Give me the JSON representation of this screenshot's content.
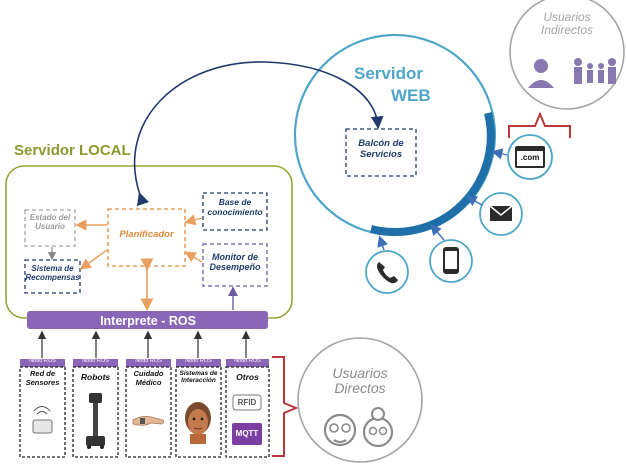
{
  "local_server": {
    "title": "Servidor LOCAL",
    "planner": "Planificador",
    "user_state": "Estado del Usuario",
    "rewards": "Sistema de Recompensas",
    "knowledge_base": "Base de conocimiento",
    "performance_monitor": "Monitor de Desempeño"
  },
  "ros_bar": {
    "label": "Interprete - ROS"
  },
  "ros_nodes": [
    {
      "tag": "Nodo ROS",
      "title": "Red de Sensores",
      "icon": "sensor-icon"
    },
    {
      "tag": "Nodo ROS",
      "title": "Robots",
      "icon": "robot-icon"
    },
    {
      "tag": "Nodo ROS",
      "title": "Cuidado Médico",
      "icon": "medical-hand-icon"
    },
    {
      "tag": "Nodo ROS",
      "title": "Sistemas de Interacción",
      "icon": "avatar-face-icon"
    },
    {
      "tag": "Nodo ROS",
      "title": "Otros",
      "icon": "rfid-mqtt-icon",
      "badges": [
        "RFID",
        "MQTT"
      ]
    }
  ],
  "web_server": {
    "title_line1": "Servidor",
    "title_line2": "WEB",
    "balcony": "Balcón de Servicios"
  },
  "direct_users": {
    "line1": "Usuarios",
    "line2": "Directos"
  },
  "indirect_users": {
    "line1": "Usuarios",
    "line2": "Indirectos"
  },
  "web_icons": [
    {
      "icon": "phone-call-icon",
      "label": ""
    },
    {
      "icon": "smartphone-icon",
      "label": ""
    },
    {
      "icon": "mail-icon",
      "label": ""
    },
    {
      "icon": "browser-icon",
      "label": ".com"
    }
  ],
  "colors": {
    "local_border": "#9aa43a",
    "web_circle": "#4ea6c9",
    "navy": "#1f3a6b",
    "orange": "#e8a060",
    "purple": "#8b66b8",
    "ros_bar": "#8a66b8",
    "red_bracket": "#b8383c",
    "gray": "#a5a5a5"
  }
}
